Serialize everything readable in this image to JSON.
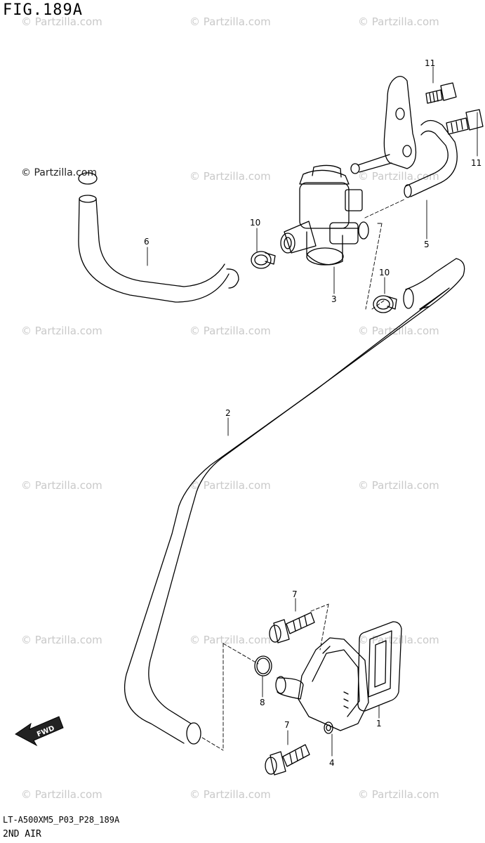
{
  "figure": {
    "title": "FIG.189A"
  },
  "footer": {
    "code": "LT-A500XM5_P03_P28_189A",
    "name": "2ND AIR"
  },
  "watermark": {
    "text": "© Partzilla.com",
    "color": "#c9c9c9"
  },
  "direction_badge": {
    "text": "FWD"
  },
  "part_labels": {
    "p1": "1",
    "p2": "2",
    "p3": "3",
    "p4": "4",
    "p5": "5",
    "p6": "6",
    "p7a": "7",
    "p7b": "7",
    "p8": "8",
    "p10a": "10",
    "p10b": "10",
    "p11a": "11",
    "p11b": "11"
  }
}
